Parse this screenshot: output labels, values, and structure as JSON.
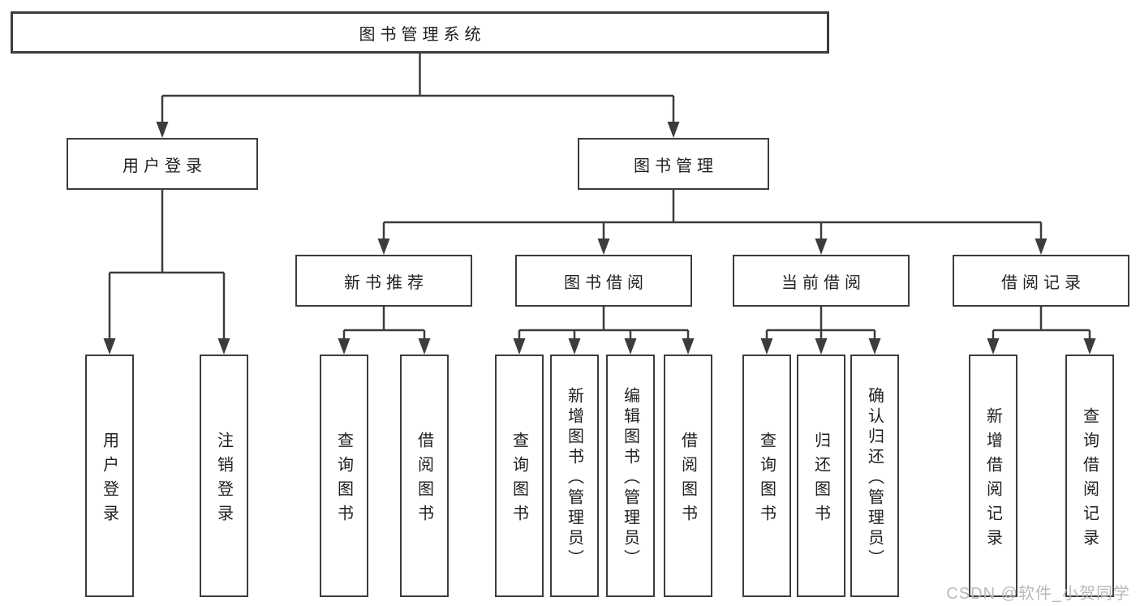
{
  "tree": {
    "label": "图书管理系统",
    "children": [
      {
        "label": "用户登录",
        "children": [
          {
            "label": "用户登录"
          },
          {
            "label": "注销登录"
          }
        ]
      },
      {
        "label": "图书管理",
        "children": [
          {
            "label": "新书推荐",
            "children": [
              {
                "label": "查询图书"
              },
              {
                "label": "借阅图书"
              }
            ]
          },
          {
            "label": "图书借阅",
            "children": [
              {
                "label": "查询图书"
              },
              {
                "label": "新增图书（管理员）"
              },
              {
                "label": "编辑图书（管理员）"
              },
              {
                "label": "借阅图书"
              }
            ]
          },
          {
            "label": "当前借阅",
            "children": [
              {
                "label": "查询图书"
              },
              {
                "label": "归还图书"
              },
              {
                "label": "确认归还（管理员）"
              }
            ]
          },
          {
            "label": "借阅记录",
            "children": [
              {
                "label": "新增借阅记录"
              },
              {
                "label": "查询借阅记录"
              }
            ]
          }
        ]
      }
    ]
  },
  "watermark": "CSDN @软件_小贺同学",
  "colors": {
    "line": "#3c3c3c",
    "box_border": "#3c3c3c",
    "box_fill": "#ffffff",
    "text": "#1f1f1f",
    "watermark": "#b9b9b9",
    "background": "#ffffff"
  }
}
